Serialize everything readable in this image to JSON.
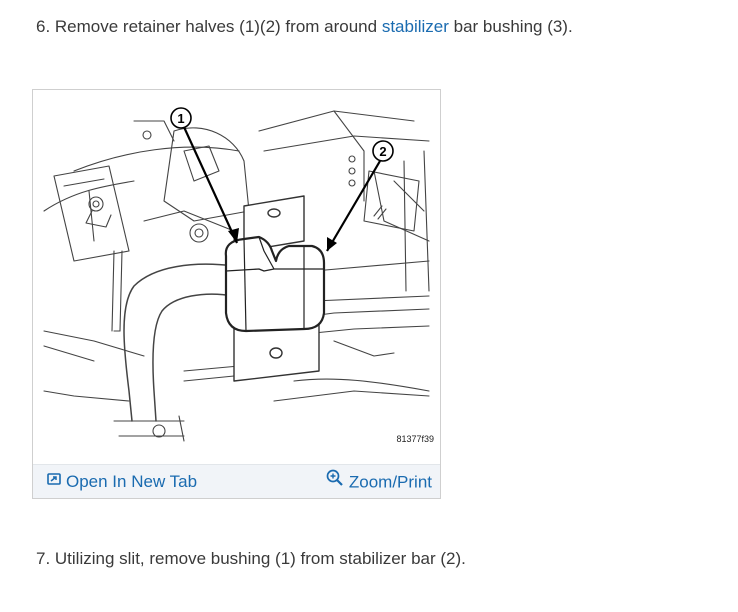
{
  "steps": {
    "step6": {
      "before": "6. Remove retainer halves (1)(2) from around ",
      "link": "stabilizer",
      "after": " bar bushing (3)."
    },
    "step7": {
      "text": "7. Utilizing slit, remove bushing (1) from stabilizer bar (2)."
    }
  },
  "figure": {
    "callouts": [
      "1",
      "2"
    ],
    "figure_id": "81377f39",
    "open_label": "Open In New Tab",
    "zoom_label": "Zoom/Print",
    "open_icon": "open-external-icon",
    "zoom_icon": "zoom-in-icon"
  },
  "colors": {
    "link": "#1a6bb0",
    "text": "#3a3a3a",
    "bar_bg": "#f1f4f8"
  }
}
